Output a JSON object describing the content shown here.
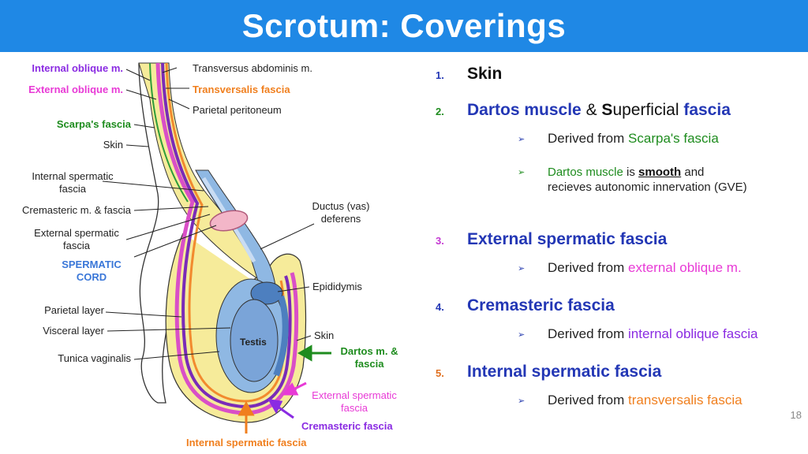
{
  "title": "Scrotum: Coverings",
  "page_number": "18",
  "diagram": {
    "labels": {
      "internal_oblique": "Internal oblique m.",
      "external_oblique": "External oblique m.",
      "scarpa": "Scarpa's fascia",
      "skin_left": "Skin",
      "internal_spermatic_1": "Internal spermatic",
      "internal_spermatic_2": "fascia",
      "cremasteric": "Cremasteric m. & fascia",
      "external_spermatic_1": "External spermatic",
      "external_spermatic_2": "fascia",
      "spermatic_cord_1": "SPERMATIC",
      "spermatic_cord_2": "CORD",
      "parietal_layer": "Parietal layer",
      "visceral_layer": "Visceral layer",
      "tunica_vaginalis": "Tunica vaginalis",
      "transversus": "Transversus abdominis m.",
      "transversalis": "Transversalis fascia",
      "parietal_peritoneum": "Parietal peritoneum",
      "ductus_1": "Ductus (vas)",
      "ductus_2": "deferens",
      "epididymis": "Epididymis",
      "testis": "Testis",
      "skin_right": "Skin",
      "dartos_1": "Dartos m. &",
      "dartos_2": "fascia",
      "ext_sperm_bottom_1": "External spermatic",
      "ext_sperm_bottom_2": "fascia",
      "cremasteric_bottom": "Cremasteric fascia",
      "int_sperm_bottom": "Internal spermatic fascia"
    }
  },
  "list": {
    "items": [
      {
        "num": "1.",
        "parts": [
          {
            "text": "Skin",
            "color": "#111111"
          }
        ]
      },
      {
        "num": "2.",
        "parts": [
          {
            "text": "Dartos muscle",
            "color": "#2337b5"
          },
          {
            "text": " & ",
            "color": "#111111"
          },
          {
            "text": "S",
            "color": "#111111"
          },
          {
            "text": "uperficial ",
            "color": "#111111"
          },
          {
            "text": "fascia",
            "color": "#2337b5"
          }
        ]
      },
      {
        "num": "3.",
        "parts": [
          {
            "text": "External spermatic fascia",
            "color": "#2337b5"
          }
        ]
      },
      {
        "num": "4.",
        "parts": [
          {
            "text": "Cremasteric fascia",
            "color": "#2337b5"
          }
        ]
      },
      {
        "num": "5.",
        "parts": [
          {
            "text": "Internal spermatic fascia",
            "color": "#2337b5"
          }
        ]
      }
    ],
    "sub": {
      "s2a_prefix": "Derived from ",
      "s2a_hl": "Scarpa's fascia",
      "s2b_line1_hl": "Dartos muscle",
      "s2b_line1_mid": " is ",
      "s2b_line1_bold": "smooth",
      "s2b_line1_end": " and",
      "s2b_line2": "recieves autonomic innervation (GVE)",
      "s3_prefix": "Derived from ",
      "s3_hl": "external oblique m.",
      "s4_prefix": "Derived from ",
      "s4_hl": "internal oblique fascia",
      "s5_prefix": "Derived from ",
      "s5_hl": "transversalis fascia"
    }
  },
  "colors": {
    "title_bg": "#1f88e5",
    "blue_text": "#2337b5",
    "green": "#1e8c1e",
    "magenta": "#e83ad6",
    "purple": "#8a2be2",
    "orange": "#f07f1e",
    "cord_label": "#3a77d8",
    "num1": "#2337b5",
    "num2": "#1e8c1e",
    "num3": "#c43ad2",
    "num4": "#2337b5",
    "num5": "#e07020"
  }
}
